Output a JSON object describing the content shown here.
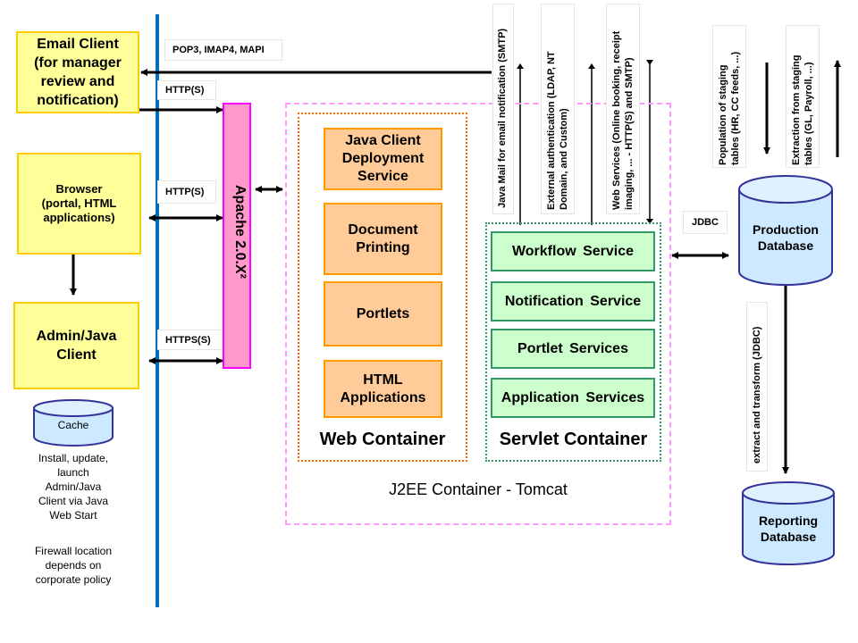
{
  "clients": {
    "email_client": "Email  Client\n(for manager\nreview  and\nnotification)",
    "browser": "Browser\n(portal, HTML\napplications)",
    "admin_java_client": "Admin/Java\nClient",
    "cache": "Cache",
    "cache_note": "Install, update,\nlaunch\nAdmin/Java\nClient via Java\nWeb Start",
    "firewall_note": "Firewall location\ndepends on\ncorporate policy"
  },
  "protocols": {
    "pop3": "POP3, IMAP4, MAPI",
    "http_email": "HTTP(S)",
    "http_browser": "HTTP(S)",
    "https_admin": "HTTPS(S)",
    "jdbc": "JDBC",
    "java_mail": "Java Mail for email notification (SMTP)",
    "external_auth": "External authentication (LDAP, NT\nDomain, and Custom)",
    "web_services": "Web Services (Online booking, receipt\nimaging, ... - HTTP(S) and SMTP)",
    "population": "Population of staging\ntables (HR, CC feeds, ...)",
    "extraction": "Extraction from staging\ntables (GL, Payroll, ...)",
    "extract_transform": "extract and transform (JDBC)"
  },
  "apache": "Apache  2.0.X²",
  "web_container": {
    "title": "Web Container",
    "items": [
      "Java Client\nDeployment\nService",
      "Document\nPrinting",
      "Portlets",
      "HTML\nApplications"
    ]
  },
  "servlet_container": {
    "title": "Servlet Container",
    "items": [
      "Workflow  Service",
      "Notification  Service",
      "Portlet  Services",
      "Application  Services"
    ]
  },
  "j2ee_container": "J2EE Container - Tomcat",
  "databases": {
    "production": "Production\nDatabase",
    "reporting": "Reporting\nDatabase"
  },
  "colors": {
    "firewall": "#0070c0",
    "client_fill": "#ffff99",
    "client_border": "#ffcc00",
    "apache_fill": "#ff99cc",
    "apache_border": "#ff00ff",
    "web_item_fill": "#ffcc99",
    "servlet_item_fill": "#ccffcc",
    "db_fill": "#cce9ff",
    "db_border": "#333399"
  }
}
